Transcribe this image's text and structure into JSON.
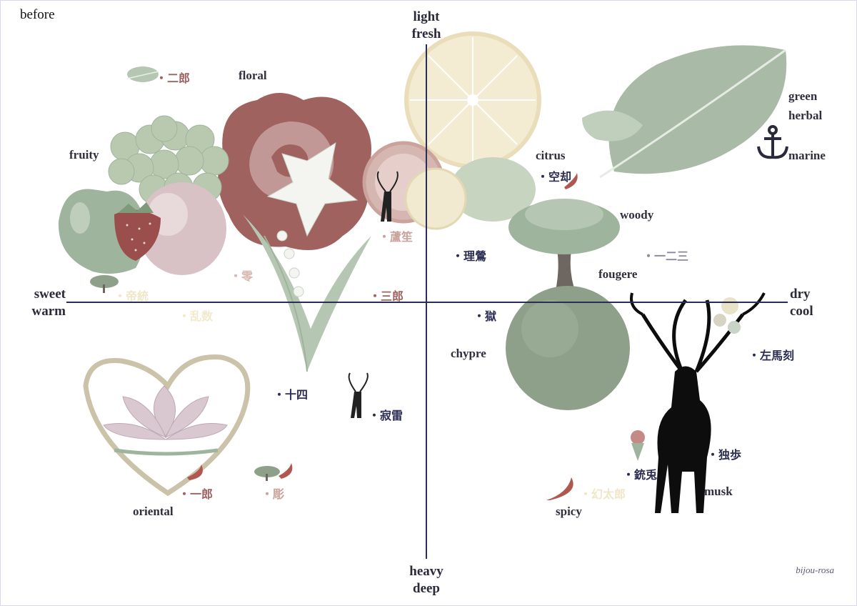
{
  "page_label": "before",
  "signature": "bijou-rosa",
  "axes": {
    "top": [
      "light",
      "fresh"
    ],
    "bottom": [
      "heavy",
      "deep"
    ],
    "left": [
      "sweet",
      "warm"
    ],
    "right": [
      "dry",
      "cool"
    ]
  },
  "categories": {
    "floral": "floral",
    "fruity": "fruity",
    "citrus": "citrus",
    "green": "green",
    "herbal": "herbal",
    "marine": "marine",
    "woody": "woody",
    "fougere": "fougere",
    "chypre": "chypre",
    "oriental": "oriental",
    "spicy": "spicy",
    "musk": "musk"
  },
  "items": {
    "jiro": "・二郎",
    "kuukyaku": "・空却",
    "rosho": "・蘆笙",
    "riou": "・理鶯",
    "hifumi": "・一二三",
    "rei": "・零",
    "nemu": "・帝統",
    "ramuda": "・乱数",
    "saburo": "・三郎",
    "goku": "・獄",
    "samatoki": "・左馬刻",
    "juushi": "・十四",
    "jakurai": "・寂雷",
    "doppo": "・独歩",
    "juto": "・銃兎",
    "ichiro": "・一郎",
    "hifu": "・彫",
    "gentaro": "・幻太郎"
  },
  "colors": {
    "axis": "#2b2d52",
    "rose": "#a0625f",
    "sage": "#9fb49c",
    "navy": "#2b2d52",
    "pale": "#f0e6c8"
  },
  "icons": [
    "leaf-icon",
    "grape-icon",
    "apple-icon",
    "strawberry-icon",
    "peach-icon",
    "rose-icon",
    "lily-icon",
    "lemon-icon",
    "grapefruit-icon",
    "lime-icon",
    "big-leaf-icon",
    "anchor-icon",
    "tree-icon",
    "moss-ball-icon",
    "deer-icon",
    "lotus-heart-icon",
    "chili-icon",
    "bonsai-icon",
    "herb-bouquet-icon"
  ]
}
